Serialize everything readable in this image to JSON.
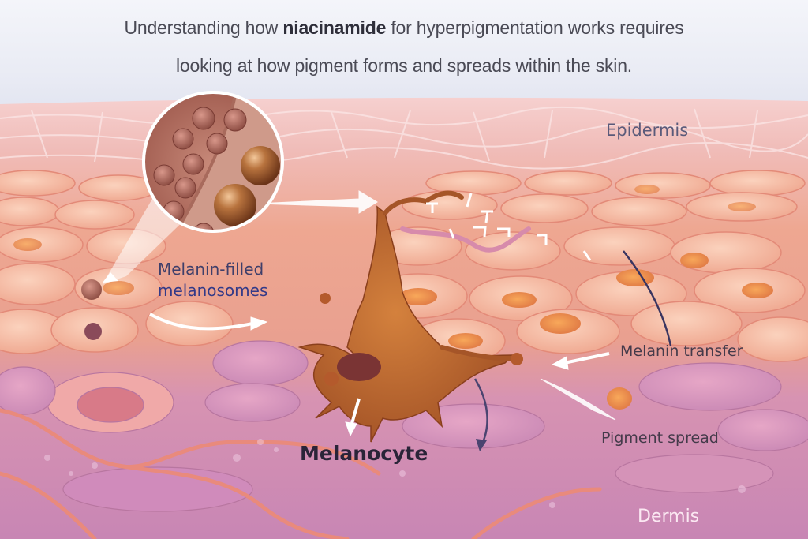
{
  "header": {
    "line1_prefix": "Understanding how ",
    "line1_bold": "niacinamide",
    "line1_suffix": " for hyperpigmentation works requires",
    "line2": "looking at how pigment forms and spreads within the skin."
  },
  "labels": {
    "epidermis": "Epidermis",
    "melanosomes_line1": "Melanin-filled",
    "melanosomes_line2": "melanosomes",
    "melanin_transfer": "Melanin transfer",
    "pigment_spread": "Pigment spread",
    "melanocyte": "Melanocyte",
    "dermis": "Dermis"
  },
  "colors": {
    "sky": "#eceef6",
    "epidermis_top": "#f2c3c3",
    "cells": "#f4b39a",
    "nucleus": "#e98a4a",
    "melanocyte": "#b8652e",
    "dermis": "#c98bb5",
    "label_dark": "#3f3f6a",
    "label_blue": "#333a88"
  }
}
